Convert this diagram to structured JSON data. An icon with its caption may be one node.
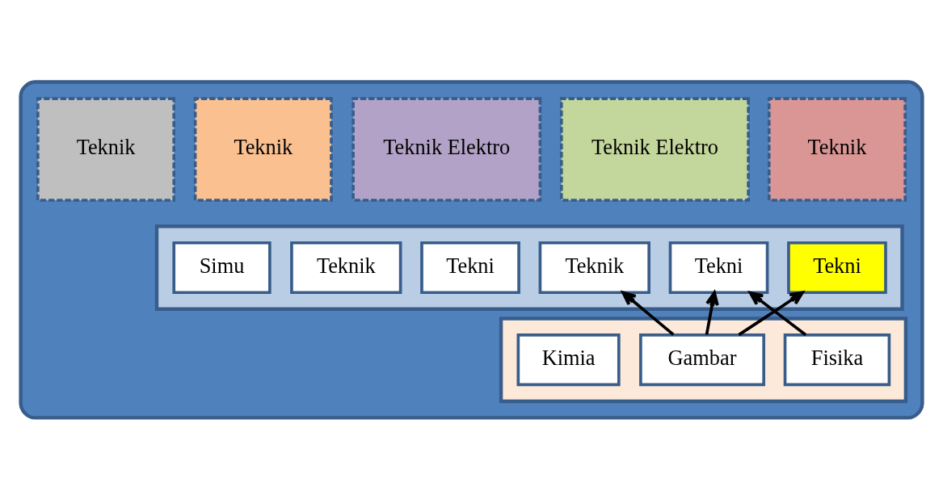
{
  "diagram": {
    "nodes": [
      {
        "text": [],
        "shape": "box"
      },
      {
        "text": [
          "Teknik"
        ],
        "in": 0
      },
      {
        "text": [
          "Teknik Elektro"
        ],
        "in": 0
      },
      {
        "text": [
          "Teknik Elektro"
        ],
        "in": 0
      },
      {
        "text": [
          "Teknik"
        ],
        "in": 0
      },
      {
        "text": [
          "Teknik"
        ],
        "in": 0
      },
      {
        "text": [],
        "shape": "box",
        "in": 0
      },
      {
        "text": [
          "Tekni"
        ],
        "in": 6
      },
      {
        "text": [
          "Tekni"
        ],
        "in": 6
      },
      {
        "text": [
          "Teknik"
        ],
        "in": 6
      },
      {
        "text": [
          "Tekni"
        ],
        "in": 6
      },
      {
        "text": [
          "Teknik"
        ],
        "in": 6
      },
      {
        "text": [
          "Simu"
        ],
        "in": 6
      },
      {
        "text": [],
        "shape": "box",
        "in": 0
      },
      {
        "text": [
          "Fisika"
        ],
        "in": 13
      },
      {
        "text": [
          "Gambar"
        ],
        "in": 13
      },
      {
        "text": [
          "Kimia"
        ],
        "in": 13
      }
    ],
    "edges": [
      {
        "from": 14,
        "to": 8,
        "arrow": "to"
      },
      {
        "from": 15,
        "to": 7,
        "arrow": "to"
      },
      {
        "from": 15,
        "to": 8,
        "arrow": "to"
      },
      {
        "from": 15,
        "to": 9,
        "arrow": "to"
      }
    ]
  }
}
